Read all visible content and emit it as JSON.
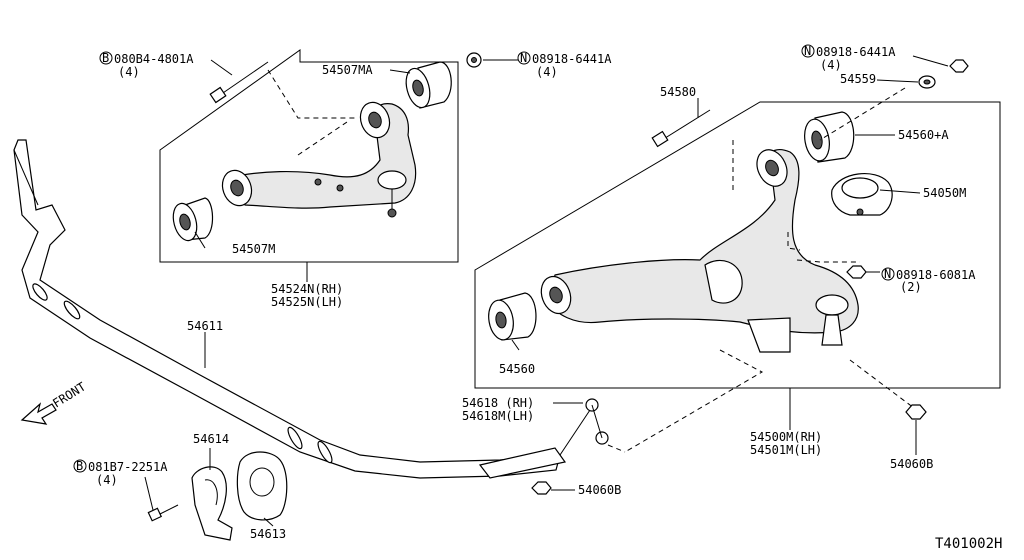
{
  "diagram_code": "T401002H",
  "front_label": "FRONT",
  "parts": {
    "bolt_upper": {
      "code": "080B4-4801A",
      "prefix": "B",
      "qty": "(4)"
    },
    "nut_upper": {
      "code": "08918-6441A",
      "prefix": "N",
      "qty": "(4)"
    },
    "bushing_upper_front": "54507MA",
    "bushing_upper_rear": "54507M",
    "upper_arm": {
      "rh": "54524N(RH)",
      "lh": "54525N(LH)"
    },
    "stabilizer": "54611",
    "bolt_lower": "54580",
    "nut_lower_top": {
      "code": "08918-6441A",
      "prefix": "N",
      "qty": "(4)"
    },
    "washer": "54559",
    "bushing_lower_rear": "54560+A",
    "stopper": "54050M",
    "nut_stopper": {
      "code": "08918-6081A",
      "prefix": "N",
      "qty": "(2)"
    },
    "bushing_lower_front": "54560",
    "link": {
      "rh": "54618 (RH)",
      "lh": "54618M(LH)"
    },
    "lower_arm": {
      "rh": "54500M(RH)",
      "lh": "54501M(LH)"
    },
    "nut_balljoint": "54060B",
    "nut_link": "54060B",
    "clamp": "54614",
    "bolt_clamp": {
      "code": "081B7-2251A",
      "prefix": "B",
      "qty": "(4)"
    },
    "stab_bushing": "54613"
  }
}
